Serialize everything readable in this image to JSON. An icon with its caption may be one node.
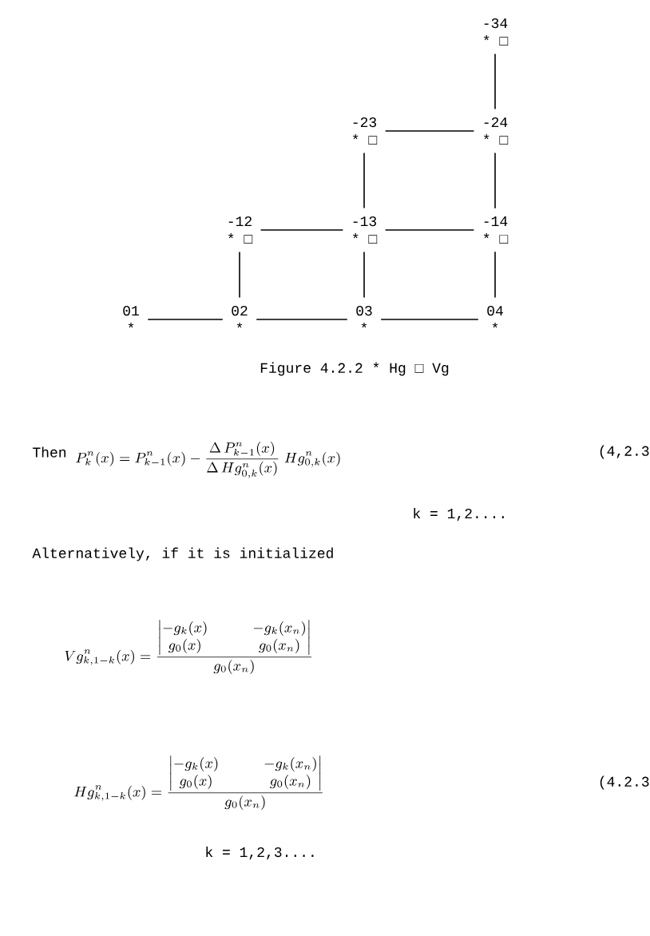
{
  "diagram": {
    "caption": "Figure 4.2.2 * Hg □ Vg",
    "nodes": [
      {
        "text": [
          "-34",
          "* □"
        ]
      },
      {
        "text": [
          "-23",
          "* □"
        ]
      },
      {
        "text": [
          "-24",
          "* □"
        ]
      },
      {
        "text": [
          "-12",
          "* □"
        ]
      },
      {
        "text": [
          "-13",
          "* □"
        ]
      },
      {
        "text": [
          "-14",
          "* □"
        ]
      },
      {
        "text": [
          "01",
          "*"
        ]
      },
      {
        "text": [
          "02",
          "*"
        ]
      },
      {
        "text": [
          "03",
          "*"
        ]
      },
      {
        "text": [
          "04",
          "*"
        ]
      }
    ],
    "edges": [
      {
        "from": 2,
        "to": 0,
        "arrow": "none"
      },
      {
        "from": 1,
        "to": 2,
        "arrow": "none"
      },
      {
        "from": 4,
        "to": 1,
        "arrow": "none"
      },
      {
        "from": 5,
        "to": 2,
        "arrow": "none"
      },
      {
        "from": 3,
        "to": 4,
        "arrow": "none"
      },
      {
        "from": 4,
        "to": 5,
        "arrow": "none"
      },
      {
        "from": 7,
        "to": 3,
        "arrow": "none"
      },
      {
        "from": 8,
        "to": 4,
        "arrow": "none"
      },
      {
        "from": 9,
        "to": 5,
        "arrow": "none"
      },
      {
        "from": 6,
        "to": 7,
        "arrow": "none"
      },
      {
        "from": 7,
        "to": 8,
        "arrow": "none"
      },
      {
        "from": 8,
        "to": 9,
        "arrow": "none"
      }
    ],
    "labels": [
      "Then",
      "P^n_k(x) = P^n_{k-1}(x) - \\frac{\\Delta\\, P^n_{k-1}(x)}{\\Delta\\, Hg^n_{0,k}(x)}\\; Hg^n_{0,k}(x)",
      "(4,2.3",
      "k = 1,2....",
      "Alternatively, if it is initialized",
      "Vg^n_{k,1-k}(x) = \\frac{\\left|\\begin{matrix}-g_k(x) & \\qquad -g_k(x_n)\\\\ g_0(x) & \\qquad g_0(x_n)\\end{matrix}\\right|}{g_0(x_n)}",
      "Hg^n_{k,1-k}(x) = \\frac{\\left|\\begin{matrix}-g_k(x) & \\qquad -g_k(x_n)\\\\ g_0(x) & \\qquad g_0(x_n)\\end{matrix}\\right|}{g_0(x_n)}",
      "(4.2.3",
      "k = 1,2,3...."
    ]
  }
}
